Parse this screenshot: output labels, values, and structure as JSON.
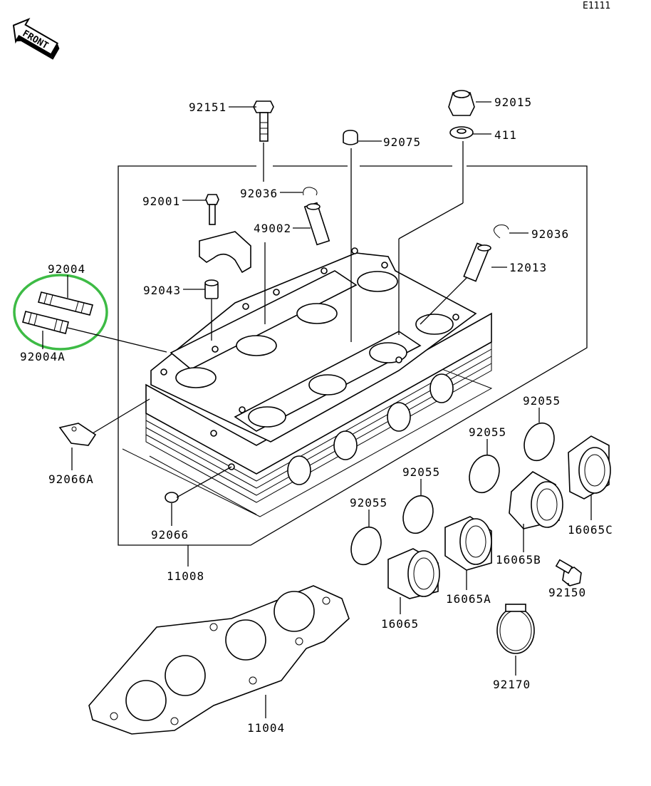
{
  "diagram": {
    "code": "E1111",
    "front_label": "FRONT",
    "parts": {
      "p92151": "92151",
      "p92015": "92015",
      "p92075": "92075",
      "p411": "411",
      "p92036a": "92036",
      "p92001": "92001",
      "p49002": "49002",
      "p92036b": "92036",
      "p12013": "12013",
      "p92004": "92004",
      "p92004A": "92004A",
      "p92043": "92043",
      "p92066A": "92066A",
      "p92066": "92066",
      "p11008": "11008",
      "p92055a": "92055",
      "p92055b": "92055",
      "p92055c": "92055",
      "p92055d": "92055",
      "p16065C": "16065C",
      "p16065B": "16065B",
      "p16065A": "16065A",
      "p16065": "16065",
      "p92150": "92150",
      "p92170": "92170",
      "p11004": "11004"
    },
    "highlight_color": "#3dbb45"
  }
}
